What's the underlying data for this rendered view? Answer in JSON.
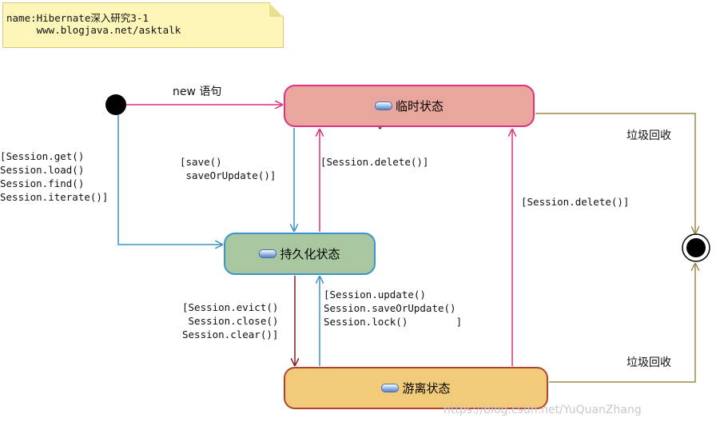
{
  "note": {
    "line1": "name:Hibernate深入研究3-1",
    "line2": "     www.blogjava.net/asktalk"
  },
  "states": {
    "temporary": "临时状态",
    "persistent": "持久化状态",
    "detached": "游离状态"
  },
  "transitions": {
    "new_stmt": "new 语句",
    "session_get": "[Session.get()\nSession.load()\nSession.find()\nSession.iterate()]",
    "save": "[save()\n saveOrUpdate()]",
    "delete_persist": "[Session.delete()]",
    "delete_detached": "[Session.delete()]",
    "evict": "[Session.evict()\n Session.close()\nSession.clear()]",
    "update": "[Session.update()\nSession.saveOrUpdate()\nSession.lock()        ]",
    "gc_top": "垃圾回收",
    "gc_bottom": "垃圾回收"
  },
  "watermark": "https://blog.csdn.net/YuQuanZhang",
  "colors": {
    "pink_arrow": "#e0307e",
    "blue_arrow": "#3a93c9",
    "darkred_arrow": "#8b1a1a",
    "olive_arrow": "#9a8a4a"
  }
}
